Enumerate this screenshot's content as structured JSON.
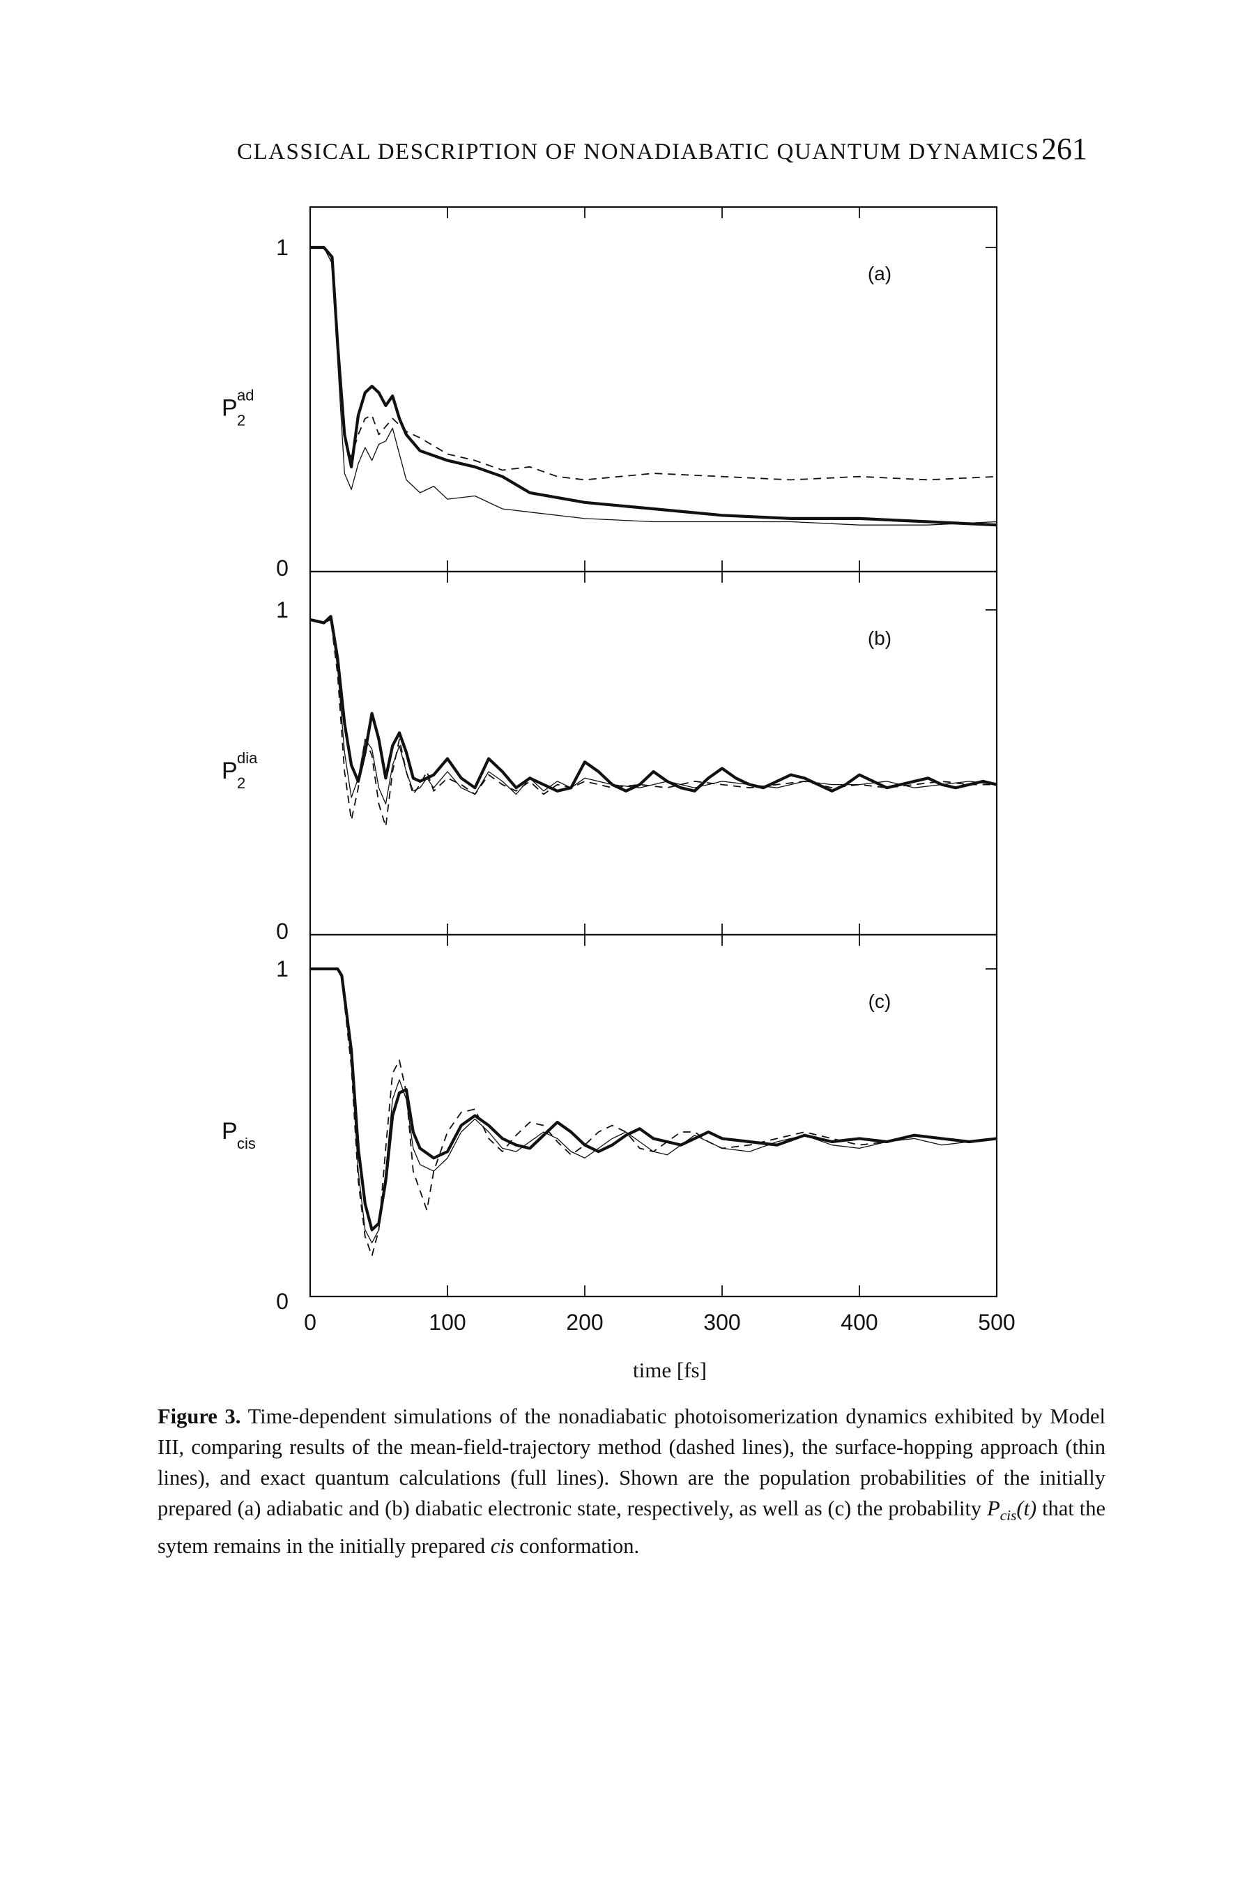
{
  "page": {
    "running_head": "CLASSICAL DESCRIPTION OF NONADIABATIC QUANTUM DYNAMICS",
    "page_number": "261"
  },
  "figure": {
    "xlabel": "time [fs]",
    "x_ticks": [
      "0",
      "100",
      "200",
      "300",
      "400",
      "500"
    ],
    "caption_label": "Figure 3.",
    "caption_text": "Time-dependent simulations of the nonadiabatic photoisomerization dynamics exhibited by Model III, comparing results of the mean-field-trajectory method (dashed lines), the surface-hopping approach (thin lines), and exact quantum calculations (full lines). Shown are the population probabilities of the initially prepared (a) adiabatic and (b) diabatic electronic state, respectively, as well as (c) the probability P_cis(t) that the sytem remains in the initially prepared cis conformation."
  },
  "chart_data": [
    {
      "type": "line",
      "panel_label": "(a)",
      "ylabel": {
        "base": "P",
        "sup": "ad",
        "sub": "2"
      },
      "y_ticks": [
        "0",
        "1"
      ],
      "xlim": [
        0,
        500
      ],
      "ylim": [
        0,
        1
      ],
      "series": [
        {
          "style": "full",
          "x": [
            0,
            10,
            16,
            20,
            25,
            30,
            35,
            40,
            45,
            50,
            55,
            60,
            65,
            70,
            80,
            100,
            120,
            140,
            160,
            200,
            250,
            300,
            350,
            400,
            450,
            500
          ],
          "y": [
            1.0,
            1.0,
            0.97,
            0.7,
            0.42,
            0.32,
            0.48,
            0.55,
            0.57,
            0.55,
            0.51,
            0.54,
            0.47,
            0.42,
            0.37,
            0.34,
            0.32,
            0.29,
            0.24,
            0.21,
            0.19,
            0.17,
            0.16,
            0.16,
            0.15,
            0.14
          ]
        },
        {
          "style": "dashed",
          "x": [
            0,
            10,
            16,
            20,
            25,
            30,
            35,
            40,
            45,
            50,
            60,
            70,
            80,
            100,
            120,
            140,
            160,
            180,
            200,
            250,
            300,
            350,
            400,
            450,
            500
          ],
          "y": [
            1.0,
            1.0,
            0.96,
            0.72,
            0.4,
            0.35,
            0.42,
            0.47,
            0.48,
            0.42,
            0.47,
            0.43,
            0.41,
            0.36,
            0.34,
            0.31,
            0.32,
            0.29,
            0.28,
            0.3,
            0.29,
            0.28,
            0.29,
            0.28,
            0.29
          ]
        },
        {
          "style": "thin",
          "x": [
            0,
            10,
            16,
            20,
            25,
            30,
            35,
            40,
            45,
            50,
            55,
            60,
            65,
            70,
            80,
            90,
            100,
            120,
            140,
            160,
            200,
            250,
            300,
            350,
            400,
            450,
            500
          ],
          "y": [
            1.0,
            1.0,
            0.95,
            0.65,
            0.3,
            0.25,
            0.33,
            0.38,
            0.34,
            0.39,
            0.4,
            0.44,
            0.36,
            0.28,
            0.24,
            0.26,
            0.22,
            0.23,
            0.19,
            0.18,
            0.16,
            0.15,
            0.15,
            0.15,
            0.14,
            0.14,
            0.15
          ]
        }
      ]
    },
    {
      "type": "line",
      "panel_label": "(b)",
      "ylabel": {
        "base": "P",
        "sup": "dia",
        "sub": "2"
      },
      "y_ticks": [
        "0",
        "1"
      ],
      "xlim": [
        0,
        500
      ],
      "ylim": [
        0,
        1
      ],
      "series": [
        {
          "style": "full",
          "x": [
            0,
            10,
            15,
            20,
            25,
            30,
            35,
            40,
            45,
            50,
            55,
            60,
            65,
            70,
            75,
            80,
            85,
            90,
            100,
            110,
            120,
            130,
            140,
            150,
            160,
            170,
            180,
            190,
            200,
            210,
            220,
            230,
            240,
            250,
            260,
            270,
            280,
            290,
            300,
            310,
            320,
            330,
            340,
            350,
            360,
            370,
            380,
            390,
            400,
            410,
            420,
            430,
            440,
            450,
            460,
            470,
            480,
            490,
            500
          ],
          "y": [
            0.97,
            0.96,
            0.98,
            0.85,
            0.65,
            0.52,
            0.47,
            0.56,
            0.68,
            0.6,
            0.48,
            0.58,
            0.62,
            0.56,
            0.48,
            0.47,
            0.48,
            0.49,
            0.54,
            0.48,
            0.45,
            0.54,
            0.5,
            0.45,
            0.48,
            0.46,
            0.44,
            0.45,
            0.53,
            0.5,
            0.46,
            0.44,
            0.46,
            0.5,
            0.47,
            0.45,
            0.44,
            0.48,
            0.51,
            0.48,
            0.46,
            0.45,
            0.47,
            0.49,
            0.48,
            0.46,
            0.44,
            0.46,
            0.49,
            0.47,
            0.45,
            0.46,
            0.47,
            0.48,
            0.46,
            0.45,
            0.46,
            0.47,
            0.46
          ]
        },
        {
          "style": "dashed",
          "x": [
            0,
            10,
            15,
            20,
            25,
            30,
            35,
            40,
            45,
            50,
            55,
            60,
            65,
            70,
            75,
            80,
            85,
            90,
            100,
            110,
            120,
            130,
            140,
            150,
            160,
            170,
            180,
            190,
            200,
            220,
            240,
            260,
            280,
            300,
            320,
            340,
            360,
            380,
            400,
            420,
            440,
            460,
            480,
            500
          ],
          "y": [
            0.97,
            0.96,
            0.97,
            0.8,
            0.5,
            0.35,
            0.45,
            0.6,
            0.55,
            0.4,
            0.33,
            0.5,
            0.6,
            0.5,
            0.43,
            0.46,
            0.5,
            0.44,
            0.48,
            0.46,
            0.43,
            0.49,
            0.46,
            0.44,
            0.47,
            0.43,
            0.46,
            0.45,
            0.47,
            0.45,
            0.46,
            0.45,
            0.47,
            0.46,
            0.45,
            0.46,
            0.47,
            0.45,
            0.46,
            0.45,
            0.46,
            0.47,
            0.46,
            0.46
          ]
        },
        {
          "style": "thin",
          "x": [
            0,
            10,
            15,
            20,
            25,
            30,
            35,
            40,
            45,
            50,
            55,
            60,
            65,
            70,
            75,
            80,
            85,
            90,
            100,
            110,
            120,
            130,
            140,
            150,
            160,
            170,
            180,
            190,
            200,
            220,
            240,
            260,
            280,
            300,
            320,
            340,
            360,
            380,
            400,
            420,
            440,
            460,
            480,
            500
          ],
          "y": [
            0.97,
            0.96,
            0.97,
            0.82,
            0.56,
            0.42,
            0.48,
            0.6,
            0.57,
            0.45,
            0.4,
            0.52,
            0.58,
            0.5,
            0.44,
            0.45,
            0.48,
            0.45,
            0.5,
            0.45,
            0.43,
            0.5,
            0.47,
            0.43,
            0.48,
            0.44,
            0.47,
            0.45,
            0.48,
            0.46,
            0.45,
            0.47,
            0.45,
            0.47,
            0.46,
            0.45,
            0.47,
            0.46,
            0.46,
            0.47,
            0.45,
            0.46,
            0.47,
            0.46
          ]
        }
      ]
    },
    {
      "type": "line",
      "panel_label": "(c)",
      "ylabel": {
        "base": "P",
        "sup": "",
        "sub": "cis"
      },
      "y_ticks": [
        "0",
        "1"
      ],
      "xlim": [
        0,
        500
      ],
      "ylim": [
        0,
        1
      ],
      "x_ticks": [
        "0",
        "100",
        "200",
        "300",
        "400",
        "500"
      ],
      "series": [
        {
          "style": "full",
          "x": [
            0,
            10,
            20,
            23,
            30,
            35,
            40,
            45,
            50,
            55,
            60,
            65,
            70,
            75,
            80,
            90,
            100,
            110,
            120,
            130,
            140,
            150,
            160,
            170,
            180,
            190,
            200,
            210,
            220,
            230,
            240,
            250,
            260,
            270,
            280,
            290,
            300,
            320,
            340,
            360,
            380,
            400,
            420,
            440,
            460,
            480,
            500
          ],
          "y": [
            1.0,
            1.0,
            1.0,
            0.98,
            0.75,
            0.45,
            0.28,
            0.2,
            0.22,
            0.35,
            0.55,
            0.62,
            0.63,
            0.5,
            0.45,
            0.42,
            0.44,
            0.52,
            0.55,
            0.52,
            0.48,
            0.46,
            0.45,
            0.49,
            0.53,
            0.5,
            0.46,
            0.44,
            0.46,
            0.49,
            0.51,
            0.48,
            0.47,
            0.46,
            0.48,
            0.5,
            0.48,
            0.47,
            0.46,
            0.49,
            0.47,
            0.48,
            0.47,
            0.49,
            0.48,
            0.47,
            0.48
          ]
        },
        {
          "style": "dashed",
          "x": [
            0,
            10,
            20,
            23,
            30,
            35,
            40,
            45,
            50,
            55,
            60,
            65,
            70,
            75,
            80,
            85,
            90,
            100,
            110,
            120,
            130,
            140,
            150,
            160,
            170,
            180,
            190,
            200,
            210,
            220,
            230,
            240,
            250,
            260,
            270,
            280,
            290,
            300,
            320,
            340,
            360,
            380,
            400,
            420,
            440,
            460,
            480,
            500
          ],
          "y": [
            1.0,
            1.0,
            1.0,
            0.97,
            0.7,
            0.35,
            0.18,
            0.12,
            0.2,
            0.45,
            0.68,
            0.72,
            0.62,
            0.38,
            0.32,
            0.26,
            0.38,
            0.5,
            0.56,
            0.57,
            0.48,
            0.44,
            0.49,
            0.53,
            0.52,
            0.47,
            0.43,
            0.46,
            0.5,
            0.52,
            0.5,
            0.45,
            0.44,
            0.47,
            0.5,
            0.5,
            0.47,
            0.45,
            0.46,
            0.48,
            0.5,
            0.48,
            0.46,
            0.47,
            0.49,
            0.48,
            0.47,
            0.48
          ]
        },
        {
          "style": "thin",
          "x": [
            0,
            10,
            20,
            23,
            30,
            35,
            40,
            45,
            50,
            55,
            60,
            65,
            70,
            75,
            80,
            90,
            100,
            110,
            120,
            130,
            140,
            150,
            160,
            170,
            180,
            190,
            200,
            210,
            220,
            230,
            240,
            250,
            260,
            270,
            280,
            290,
            300,
            320,
            340,
            360,
            380,
            400,
            420,
            440,
            460,
            480,
            500
          ],
          "y": [
            1.0,
            1.0,
            1.0,
            0.98,
            0.72,
            0.38,
            0.2,
            0.16,
            0.2,
            0.38,
            0.6,
            0.66,
            0.6,
            0.45,
            0.4,
            0.38,
            0.42,
            0.5,
            0.54,
            0.5,
            0.45,
            0.44,
            0.47,
            0.5,
            0.48,
            0.44,
            0.42,
            0.45,
            0.48,
            0.5,
            0.47,
            0.44,
            0.43,
            0.46,
            0.49,
            0.47,
            0.45,
            0.44,
            0.47,
            0.49,
            0.46,
            0.45,
            0.47,
            0.48,
            0.46,
            0.47,
            0.48
          ]
        }
      ]
    }
  ]
}
